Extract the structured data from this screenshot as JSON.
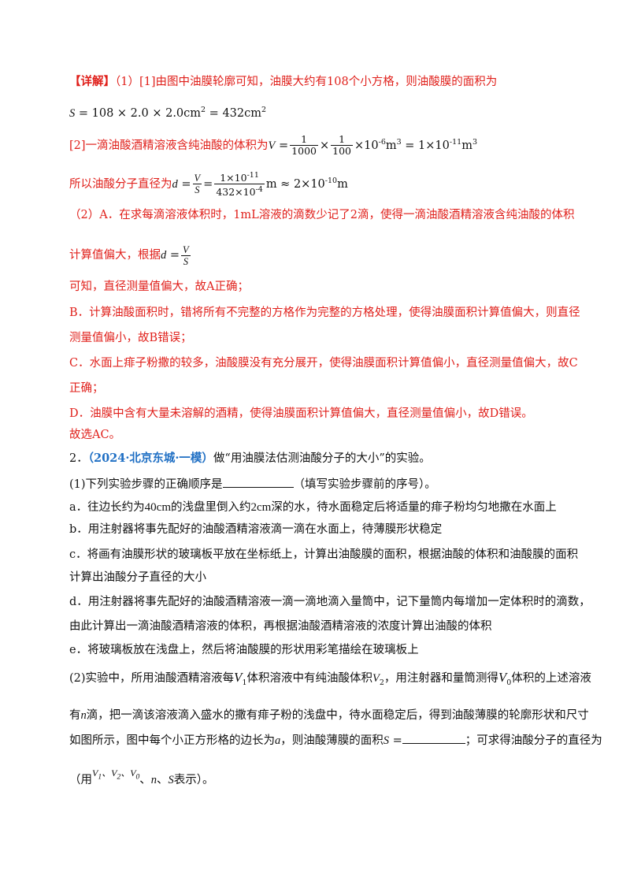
{
  "detail": {
    "label": "【详解】",
    "p1": "（1）[1]由图中油膜轮廓可知，油膜大约有108个小方格，则油酸膜的面积为",
    "eq1_lhs": "S",
    "eq1_rhs": " = 108 × 2.0 × 2.0cm",
    "eq1_exp": "2",
    "eq1_tail": " = 432cm",
    "eq1_exp2": "2",
    "p2_text": "[2]一滴油酸酒精溶液含纯油酸的体积为",
    "p2_V": "V",
    "p2_f1_num": "1",
    "p2_f1_den": "1000",
    "p2_f2_num": "1",
    "p2_f2_den": "100",
    "p2_mid": "×10",
    "p2_exp1": "-6",
    "p2_unit1": "m",
    "p2_unit_exp": "3",
    "p2_eq": " = 1×10",
    "p2_exp2": "-11",
    "p2_unit2": "m",
    "p3_text": "所以油酸分子直径为",
    "p3_d": "d",
    "p3_V": "V",
    "p3_S": "S",
    "p3_num": "1×10",
    "p3_num_exp": "-11",
    "p3_den": "432×10",
    "p3_den_exp": "-4",
    "p3_tail": "m ≈ 2×10",
    "p3_tail_exp": "-10",
    "p3_unit": "m",
    "p4": "（2）A．在求每滴溶液体积时，1mL溶液的滴数少记了2滴，使得一滴油酸酒精溶液含纯油酸的体积",
    "p5_text": "计算值偏大，根据",
    "p5_d": "d",
    "p5_V": "V",
    "p5_S": "S",
    "p6": "可知，直径测量值偏大，故A正确；",
    "p7a": "B．计算油酸面积时，错将所有不完整的方格作为完整的方格处理，使得油膜面积计算值偏大，则直径",
    "p7b": "测量值偏小，故B错误；",
    "p8a": "C．水面上痱子粉撒的较多，油酸膜没有充分展开，使得油膜面积计算值偏小，直径测量值偏大，故C",
    "p8b": "正确；",
    "p9": "D．油膜中含有大量未溶解的酒精，使得油膜面积计算值偏大，直径测量值偏小，故D错误。",
    "p10": "故选AC。"
  },
  "q2": {
    "number": "2．",
    "source": "（2024·北京东城·一模）",
    "stem": "做“用油膜法估测油酸分子的大小”的实验。",
    "part1_a": "(1)下列实验步骤的正确顺序是",
    "part1_b": "（填写实验步骤前的序号）。",
    "a_pre": "a．往边长约为",
    "a_v1": "40cm",
    "a_mid": "的浅盘里倒入约",
    "a_v2": "2cm",
    "a_post": "深的水，待水面稳定后将适量的痱子粉均匀地撒在水面上",
    "b": "b．用注射器将事先配好的油酸酒精溶液滴一滴在水面上，待薄膜形状稳定",
    "c1": "c．将画有油膜形状的玻璃板平放在坐标纸上，计算出油酸膜的面积，根据油酸的体积和油酸膜的面积",
    "c2": "计算出油酸分子直径的大小",
    "d1": "d．用注射器将事先配好的油酸酒精溶液一滴一滴地滴入量筒中，记下量筒内每增加一定体积时的滴数，",
    "d2": "由此计算出一滴油酸酒精溶液的体积，再根据油酸酒精溶液的浓度计算出油酸的体积",
    "e": "e．将玻璃板放在浅盘上，然后将油酸膜的形状用彩笔描绘在玻璃板上",
    "part2_a": "(2)实验中，所用油酸酒精溶液每",
    "part2_V1": "V",
    "part2_V1_sub": "1",
    "part2_b": "体积溶液中有纯油酸体积",
    "part2_V2": "V",
    "part2_V2_sub": "2",
    "part2_c": "，用注射器和量筒测得",
    "part2_V0": "V",
    "part2_V0_sub": "0",
    "part2_d": "体积的上述溶液",
    "line2_pre": "有",
    "line2_n": "n",
    "line2_post": "滴，把一滴该溶液滴入盛水的撒有痱子粉的浅盘中，待水面稳定后，得到油酸薄膜的轮廓形状和尺寸",
    "line3_pre": "如图所示，图中每个小正方形格的边长为",
    "line3_a": "a",
    "line3_mid": "，则油酸薄膜的面积",
    "line3_S": "S",
    "line3_eq": " =",
    "line3_post": "；可求得油酸分子的直径为",
    "line4_pre": "（用",
    "line4_vars": "V",
    "line4_s1": "1",
    "line4_c1": "、V",
    "line4_s2": "2",
    "line4_c2": "、V",
    "line4_s0": "0",
    "line4_post1": "、",
    "line4_n": "n",
    "line4_post2": "、",
    "line4_S": "S",
    "line4_post3": "表示）。"
  }
}
